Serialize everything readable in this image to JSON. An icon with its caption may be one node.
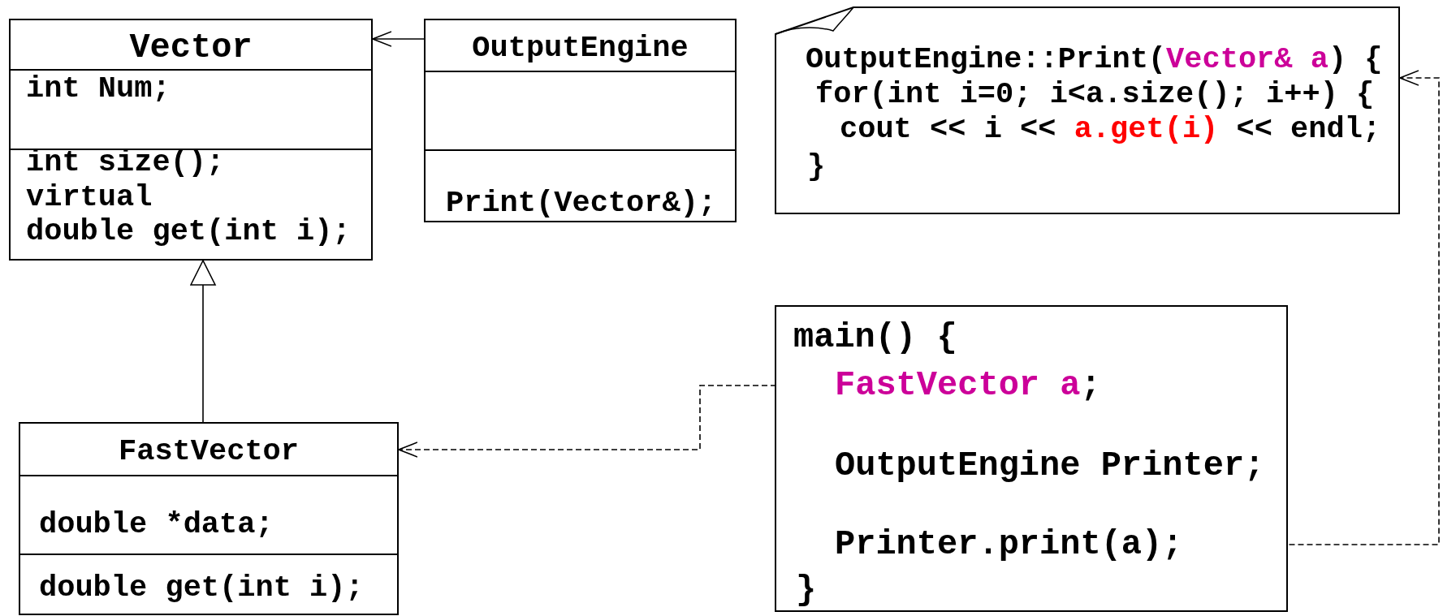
{
  "diagram": {
    "nodes": [
      {
        "text": [
          "Vector",
          "int Num;",
          "int size();",
          "virtual",
          "double get(int i);"
        ]
      },
      {
        "text": [
          "OutputEngine",
          "Print(Vector&);"
        ]
      },
      {
        "text": [
          "OutputEngine::Print(Vector& a) {",
          "for(int i=0; i<a.size(); i++) {",
          "cout << i << a.get(i) << endl;",
          "}"
        ]
      },
      {
        "text": [
          "main() {",
          "FastVector a;",
          "OutputEngine Printer;",
          "Printer.print(a);",
          "}"
        ]
      },
      {
        "text": [
          "FastVector",
          "double *data;",
          "double get(int i);"
        ]
      }
    ],
    "edges": [
      {
        "from": 1,
        "to": 0,
        "arrow": "to"
      },
      {
        "from": 4,
        "to": 0,
        "arrow": "to"
      },
      {
        "from": 3,
        "to": 4,
        "arrow": "to",
        "style": "dashed"
      },
      {
        "from": 3,
        "to": 2,
        "arrow": "to",
        "style": "dashed"
      }
    ]
  }
}
